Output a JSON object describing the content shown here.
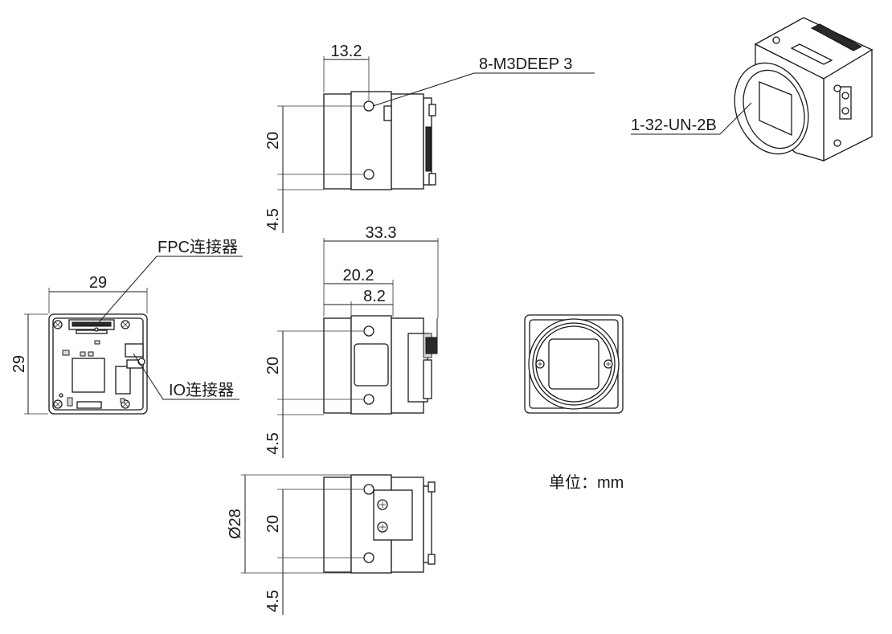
{
  "dimensions": {
    "top_hole_offset": "13.2",
    "top_height": "20",
    "top_bottom": "4.5",
    "mid_length": "33.3",
    "mid_offset_a": "20.2",
    "mid_offset_b": "8.2",
    "mid_height": "20",
    "mid_bottom": "4.5",
    "board_width": "29",
    "board_height": "29",
    "bot_diameter": "Ø28",
    "bot_height": "20",
    "bot_bottom": "4.5"
  },
  "callouts": {
    "screw_holes": "8-M3DEEP 3",
    "mount_thread": "1-32-UN-2B",
    "fpc_connector": "FPC连接器",
    "io_connector": "IO连接器"
  },
  "unit_label": "单位：mm"
}
